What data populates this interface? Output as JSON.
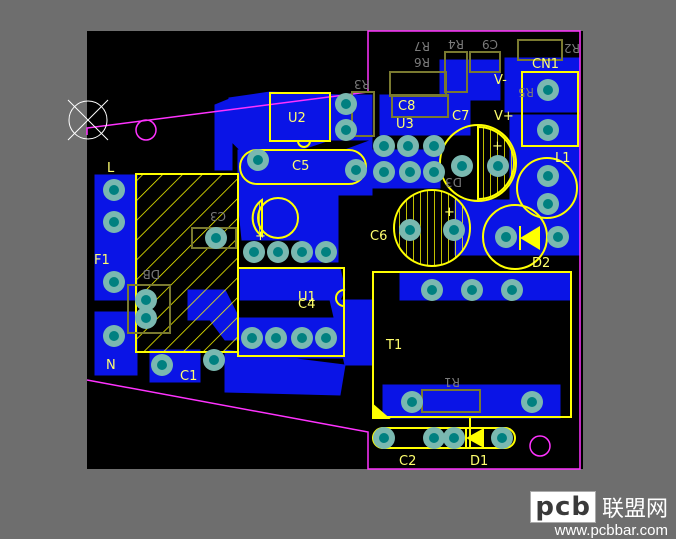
{
  "board": {
    "labels": {
      "l": "L",
      "n": "N",
      "f1": "F1",
      "db": "DB",
      "c1": "C1",
      "c2": "C2",
      "c3": "C3",
      "c4": "C4",
      "c5": "C5",
      "c6": "C6",
      "c7": "C7",
      "c8": "C8",
      "u1": "U1",
      "u2": "U2",
      "u3": "U3",
      "t1": "T1",
      "d1": "D1",
      "d2": "D2",
      "l1": "L1",
      "cn1": "CN1",
      "r1": "R1",
      "r2": "R2",
      "r3": "R3",
      "r4": "R4",
      "r5": "R5",
      "r6": "R6",
      "r7": "R7",
      "c9": "C9",
      "d3": "D3",
      "vminus": "V-",
      "vplus": "V+",
      "plus_c4": "+",
      "plus_c6": "+",
      "plus_c7": "+"
    }
  },
  "watermark": {
    "logo": "pcb",
    "cn_text": "联盟网",
    "url": "www.pcbbar.com"
  },
  "colors": {
    "background": "#6e6e6e",
    "board": "#000000",
    "copper": "#0a14e6",
    "silk": "#ffff00",
    "outline": "#ff33ff",
    "pad": "#7ab8b0"
  }
}
